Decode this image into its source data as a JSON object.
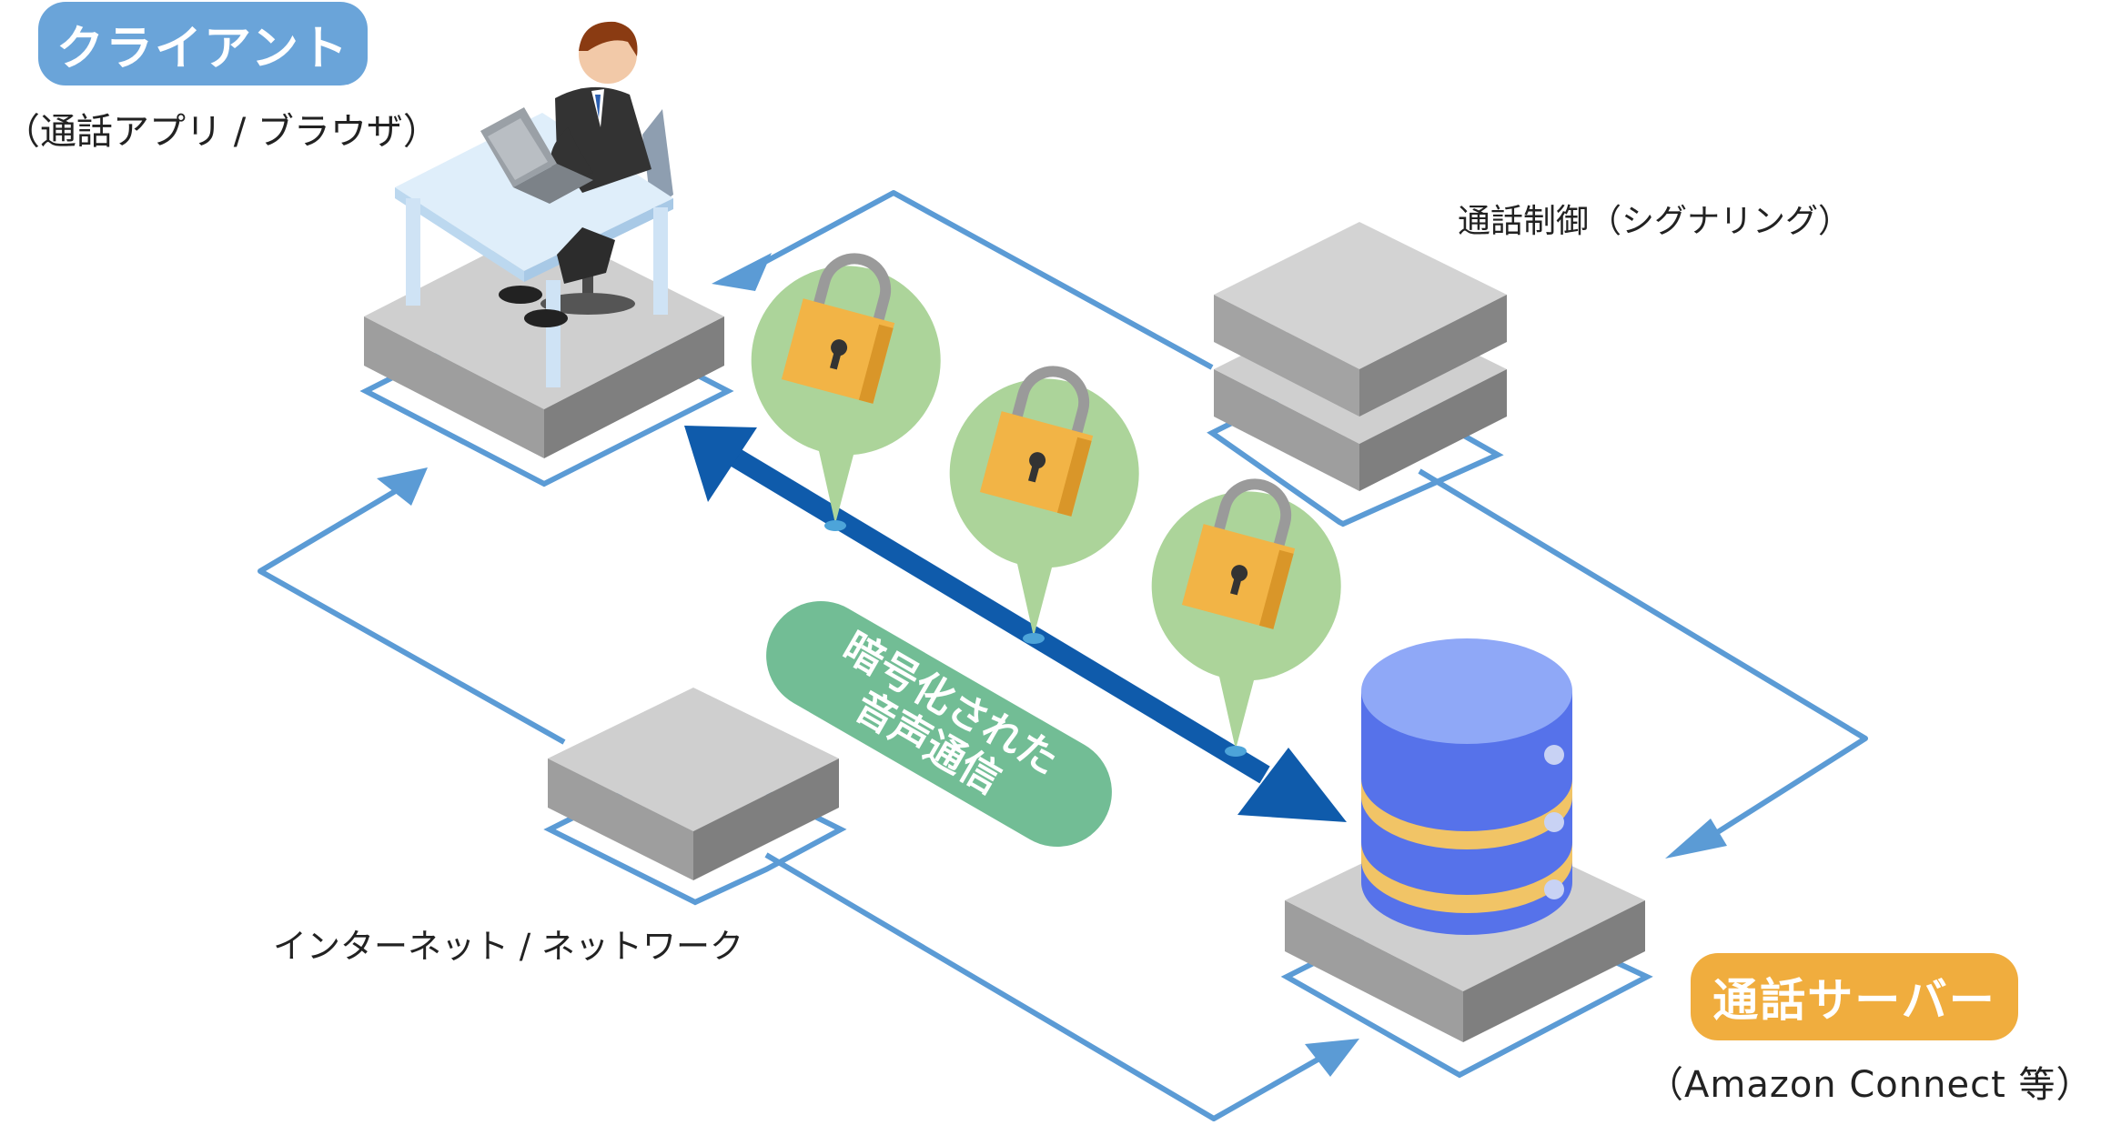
{
  "client": {
    "title": "クライアント",
    "subtitle": "（通話アプリ / ブラウザ）"
  },
  "signaling": {
    "label": "通話制御（シグナリング）"
  },
  "network": {
    "label": "インターネット / ネットワーク"
  },
  "server": {
    "title": "通話サーバー",
    "subtitle": "（Amazon Connect 等）"
  },
  "media": {
    "line1": "暗号化された",
    "line2": "音声通信"
  },
  "colors": {
    "client_accent": "#6aa4d9",
    "server_accent": "#f0ad3e",
    "media_badge": "#72bd95",
    "flow_line": "#5b9bd5",
    "media_arrow": "#0f5bab",
    "lock_bubble": "#acd49a",
    "lock_body": "#f2b446",
    "database": "#5a7cf0"
  },
  "icons": [
    "person-at-desk-icon",
    "lock-icon",
    "database-server-icon",
    "server-block-icon"
  ]
}
